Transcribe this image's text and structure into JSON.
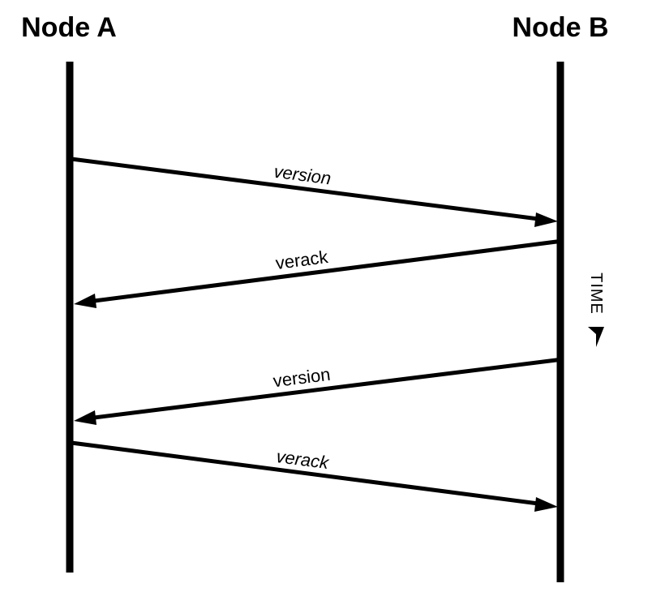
{
  "nodes": {
    "a": {
      "label": "Node A"
    },
    "b": {
      "label": "Node B"
    }
  },
  "messages": [
    {
      "label": "version",
      "from": "Node A",
      "to": "Node B",
      "italic": true
    },
    {
      "label": "verack",
      "from": "Node B",
      "to": "Node A",
      "italic": false
    },
    {
      "label": "version",
      "from": "Node B",
      "to": "Node A",
      "italic": false
    },
    {
      "label": "verack",
      "from": "Node A",
      "to": "Node B",
      "italic": true
    }
  ],
  "time_axis": {
    "label": "TIME",
    "direction": "down"
  },
  "colors": {
    "ink": "#000000",
    "background": "#ffffff"
  }
}
